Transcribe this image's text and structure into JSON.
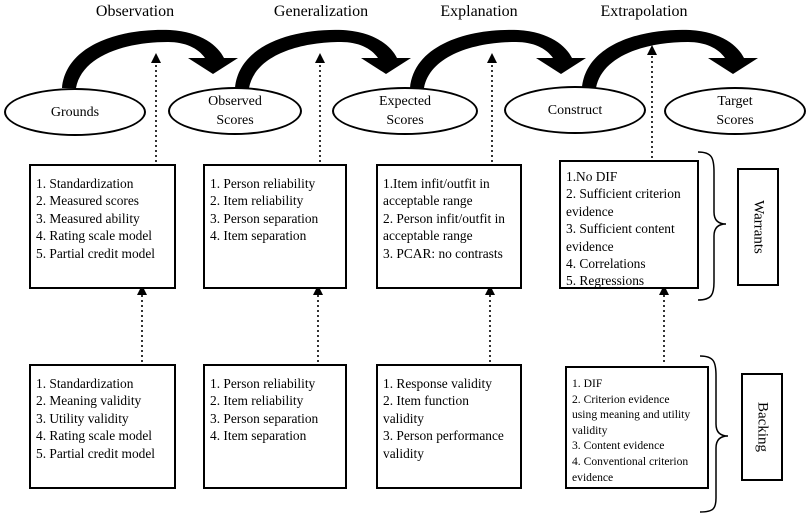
{
  "inferences": [
    "Observation",
    "Generalization",
    "Explanation",
    "Extrapolation"
  ],
  "ellipses": [
    {
      "id": "grounds",
      "lines": [
        "Grounds"
      ]
    },
    {
      "id": "observed",
      "lines": [
        "Observed",
        "Scores"
      ]
    },
    {
      "id": "expected",
      "lines": [
        "Expected",
        "Scores"
      ]
    },
    {
      "id": "construct",
      "lines": [
        "Construct"
      ]
    },
    {
      "id": "target",
      "lines": [
        "Target",
        "Scores"
      ]
    }
  ],
  "warrants": {
    "label": "Warrants",
    "boxes": [
      [
        "1. Standardization",
        "2. Measured scores",
        "3. Measured ability",
        "4. Rating scale model",
        "5. Partial credit model"
      ],
      [
        "1. Person reliability",
        "2. Item reliability",
        "3. Person separation",
        "4. Item separation"
      ],
      [
        "1.Item infit/outfit in",
        "acceptable range",
        "2. Person infit/outfit in",
        "acceptable range",
        "3. PCAR: no contrasts"
      ],
      [
        "1.No DIF",
        "2.  Sufficient criterion",
        "evidence",
        "3.  Sufficient content",
        "evidence",
        "4.  Correlations",
        "5.  Regressions"
      ]
    ]
  },
  "backing": {
    "label": "Backing",
    "boxes": [
      [
        "1. Standardization",
        "2. Meaning validity",
        "3. Utility validity",
        "4. Rating scale model",
        "5. Partial credit model"
      ],
      [
        "1. Person reliability",
        "2. Item reliability",
        "3. Person separation",
        "4. Item separation"
      ],
      [
        "1. Response validity",
        "2. Item function",
        "validity",
        "3. Person performance",
        "validity"
      ],
      [
        "1. DIF",
        "2. Criterion evidence",
        "using meaning and utility",
        "validity",
        "3. Content evidence",
        "4. Conventional criterion",
        "evidence"
      ]
    ]
  }
}
